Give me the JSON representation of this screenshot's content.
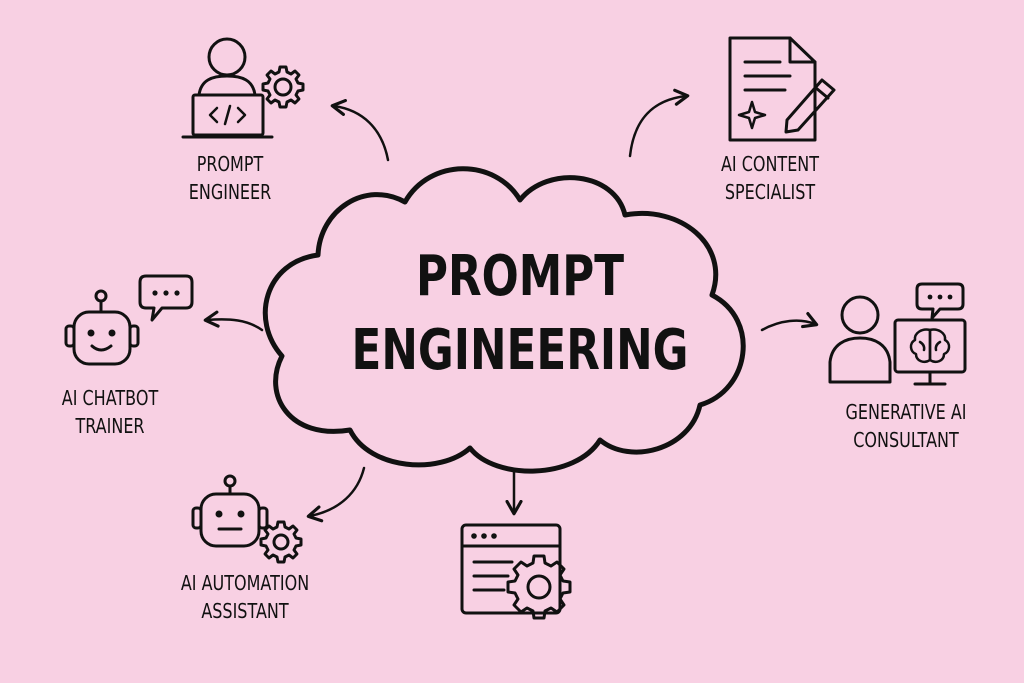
{
  "hub": {
    "line1": "PROMPT",
    "line2": "ENGINEERING"
  },
  "roles": {
    "prompt_engineer": {
      "line1": "PROMPT",
      "line2": "ENGINEER",
      "icon": "person-laptop-gear-icon"
    },
    "ai_content_specialist": {
      "line1": "AI CONTENT",
      "line2": "SPECIALIST",
      "icon": "document-pencil-icon"
    },
    "ai_chatbot_trainer": {
      "line1": "AI CHATBOT",
      "line2": "TRAINER",
      "icon": "robot-chat-bubble-icon"
    },
    "generative_ai_consultant": {
      "line1": "GENERATIVE AI",
      "line2": "CONSULTANT",
      "icon": "person-monitor-brain-icon"
    },
    "ai_automation_assistant": {
      "line1": "AI AUTOMATION",
      "line2": "ASSISTANT",
      "icon": "robot-gear-icon"
    },
    "workflow": {
      "icon": "browser-window-gear-icon"
    }
  },
  "colors": {
    "background": "#f8d0e3",
    "ink": "#111111"
  }
}
